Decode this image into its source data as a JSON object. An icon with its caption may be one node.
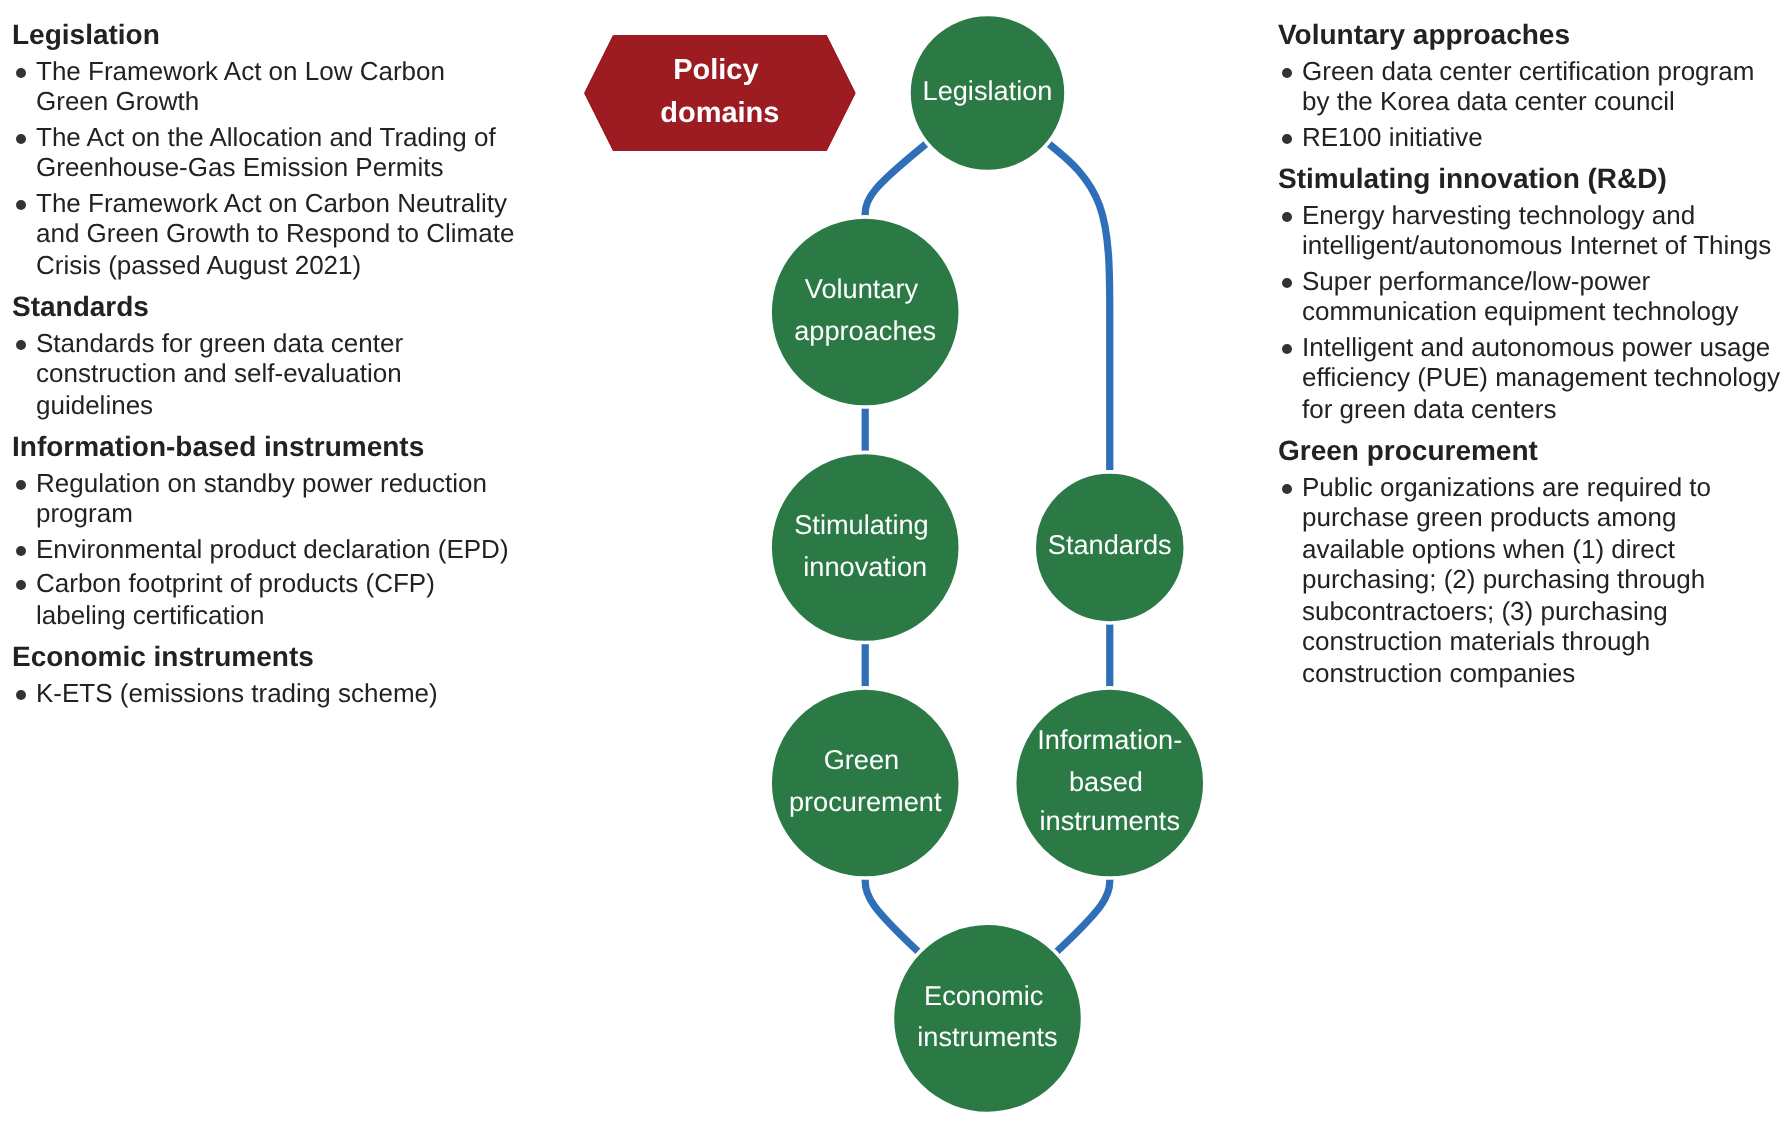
{
  "diagram": {
    "nodes": [
      {
        "text": [
          "Policy domains"
        ]
      },
      {
        "text": [
          "Legislation"
        ]
      },
      {
        "text": [
          "Voluntary approaches"
        ]
      },
      {
        "text": [
          "Stimulating innovation"
        ]
      },
      {
        "text": [
          "Green procurement"
        ]
      },
      {
        "text": [
          "Economic instruments"
        ]
      },
      {
        "text": [
          "Information-based instruments"
        ]
      },
      {
        "text": [
          "Standards"
        ]
      }
    ],
    "edges": [
      {
        "from": 1,
        "to": 2,
        "arrow": "none"
      },
      {
        "from": 2,
        "to": 3,
        "arrow": "none"
      },
      {
        "from": 3,
        "to": 4,
        "arrow": "none"
      },
      {
        "from": 4,
        "to": 5,
        "arrow": "none"
      },
      {
        "from": 5,
        "to": 6,
        "arrow": "none"
      },
      {
        "from": 6,
        "to": 7,
        "arrow": "none"
      },
      {
        "from": 7,
        "to": 1,
        "arrow": "none"
      }
    ],
    "labels": [
      "Legislation",
      "The Framework Act on Low Carbon Green Growth",
      "The Act on the Allocation and Trading of Greenhouse-Gas Emission Permits",
      "The Framework Act on Carbon Neutrality and Green Growth to Respond to Climate Crisis (passed August 2021)",
      "Standards",
      "Standards for green data center construction and self-evaluation guidelines",
      "Information-based instruments",
      "Regulation on standby power reduction program",
      "Environmental product declaration (EPD)",
      "Carbon footprint of products (CFP) labeling certification",
      "Economic instruments",
      "K-ETS (emissions trading scheme)",
      "Voluntary approaches",
      "Green data center certification program by the Korea data center council",
      "RE100 initiative",
      "Stimulating innovation (R&D)",
      "Energy harvesting technology and intelligent/autonomous Internet of Things",
      "Super performance/low-power communication equipment technology",
      "Intelligent and autonomous power usage efficiency (PUE) management technology for green data centers",
      "Green procurement",
      "Public organizations are required to purchase green products among available options when (1) direct purchasing; (2) purchasing through subcontractoers; (3) purchasing construction materials through construction companies"
    ]
  }
}
